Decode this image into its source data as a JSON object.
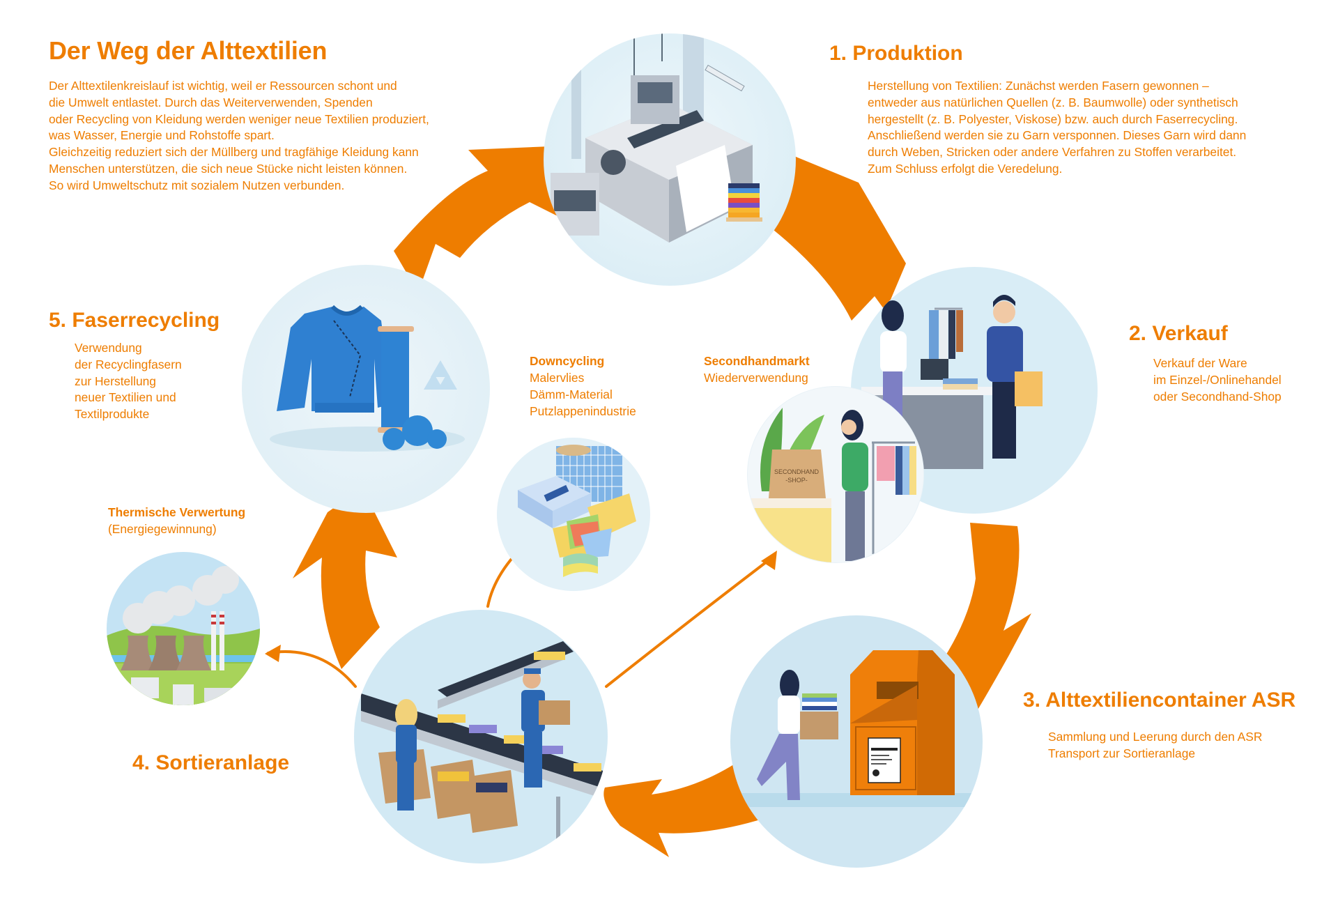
{
  "colors": {
    "accent": "#ee7d00",
    "circle_bg": "#d9edf6",
    "circle_bg_light": "#e6f3f9"
  },
  "header": {
    "title": "Der Weg der Alttextilien",
    "intro_lines": [
      "Der Alttextilenkreislauf ist wichtig, weil er Ressourcen schont und",
      "die Umwelt entlastet. Durch das Weiterverwenden, Spenden",
      "oder Recycling von Kleidung werden weniger neue Textilien produziert,",
      "was Wasser, Energie und Rohstoffe spart.",
      "Gleichzeitig reduziert sich der Müllberg und tragfähige Kleidung kann",
      "Menschen unterstützen, die sich neue Stücke nicht leisten können.",
      "So wird Umweltschutz mit sozialem Nutzen verbunden."
    ]
  },
  "steps": [
    {
      "heading": "1. Produktion",
      "illustration": "weaving-machine-factory",
      "lines": [
        "Herstellung von Textilien: Zunächst werden Fasern gewonnen –",
        "entweder aus natürlichen Quellen (z. B. Baumwolle) oder synthetisch",
        "hergestellt (z. B. Polyester, Viskose) bzw. auch durch Faserrecycling.",
        "Anschließend werden sie zu Garn versponnen. Dieses Garn wird dann",
        "durch Weben, Stricken oder andere Verfahren zu Stoffen verarbeitet.",
        "Zum Schluss erfolgt die Veredelung."
      ]
    },
    {
      "heading": "2. Verkauf",
      "illustration": "shop-checkout-counter",
      "lines": [
        "Verkauf der Ware",
        "im Einzel-/Onlinehandel",
        "oder Secondhand-Shop"
      ]
    },
    {
      "heading": "3. Alttextiliencontainer ASR",
      "illustration": "woman-with-box-at-clothing-container",
      "lines": [
        "Sammlung und Leerung durch den ASR",
        "Transport zur Sortieranlage"
      ]
    },
    {
      "heading": "4. Sortieranlage",
      "illustration": "sorting-conveyor-workers",
      "lines": []
    },
    {
      "heading": "5. Faserrecycling",
      "illustration": "sweater-thread-spool-yarn",
      "lines": [
        "Verwendung",
        "der Recyclingfasern",
        "zur Herstellung",
        "neuer Textilien und",
        "Textilprodukte"
      ]
    }
  ],
  "side_paths": {
    "downcycling": {
      "heading": "Downcycling",
      "illustration": "fleece-insulation-cleaning-cloths",
      "lines": [
        "Malervlies",
        "Dämm-Material",
        "Putzlappenindustrie"
      ]
    },
    "secondhand": {
      "heading": "Secondhandmarkt",
      "illustration": "secondhand-shop-woman-with-bag",
      "bag_label_1": "SECONDHAND",
      "bag_label_2": "-SHOP-",
      "lines": [
        "Wiederverwendung"
      ]
    },
    "thermal": {
      "heading": "Thermische Verwertung",
      "illustration": "power-plant-cooling-towers",
      "lines": [
        "(Energiegewinnung)"
      ]
    }
  }
}
